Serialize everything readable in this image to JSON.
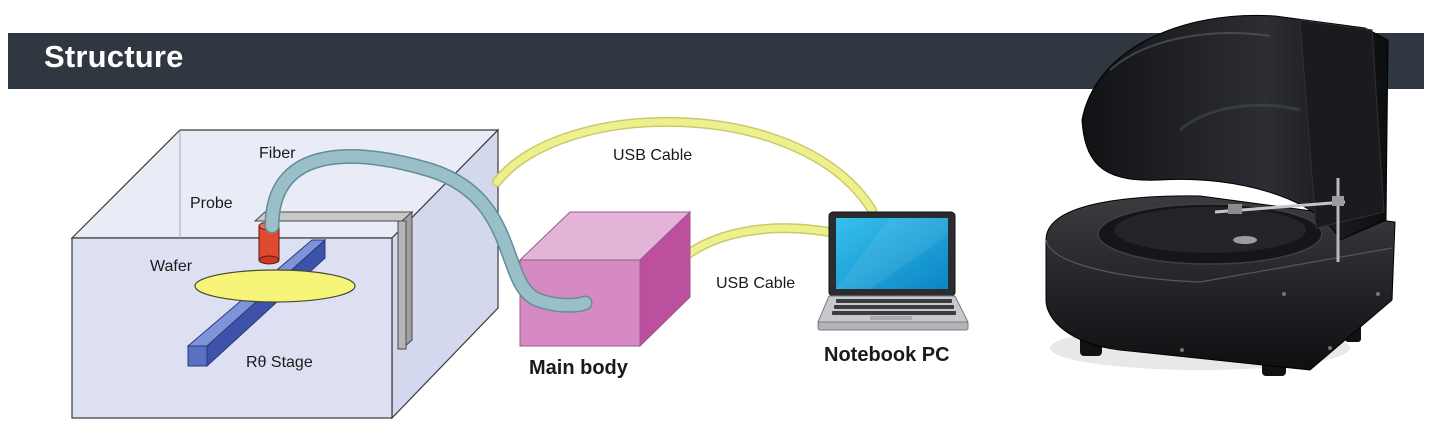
{
  "header": {
    "title": "Structure"
  },
  "labels": {
    "fiber": "Fiber",
    "probe": "Probe",
    "wafer": "Wafer",
    "stage": "Rθ Stage",
    "usb_cable_top": "USB Cable",
    "usb_cable_mid": "USB Cable",
    "main_body": "Main body",
    "notebook_pc": "Notebook PC"
  },
  "colors": {
    "header_bg": "#2f3740",
    "chamber_face": "#dde0f2",
    "cable": "#eef08e",
    "fiber": "#9bbfc8",
    "main_body_front": "#d58ac4",
    "probe": "#e04a2f",
    "wafer": "#f6f57a",
    "stage": "#4d63b8",
    "laptop_screen": "#1aa3d8"
  },
  "icons": {
    "instrument_photo": "wafer-thickness-measurement-device-icon"
  }
}
